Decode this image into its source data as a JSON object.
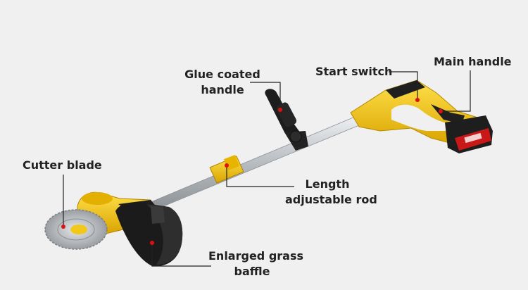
{
  "labels": {
    "glue_coated_handle": [
      "Glue coated",
      "handle"
    ],
    "start_switch": "Start switch",
    "main_handle": "Main handle",
    "cutter_blade": "Cutter blade",
    "length_adjustable_rod": [
      "Length",
      "adjustable rod"
    ],
    "enlarged_grass_baffle": [
      "Enlarged grass",
      "baffle"
    ]
  },
  "colors": {
    "background": "#f0f0f0",
    "body_yellow": "#f2c81a",
    "baffle_black": "#1b1b1b",
    "rod_silver": "#c8ccd0",
    "blade_steel": "#b8bcc0",
    "battery_red": "#d11a1a",
    "callout_line": "#222222",
    "callout_dot": "#e01010"
  }
}
